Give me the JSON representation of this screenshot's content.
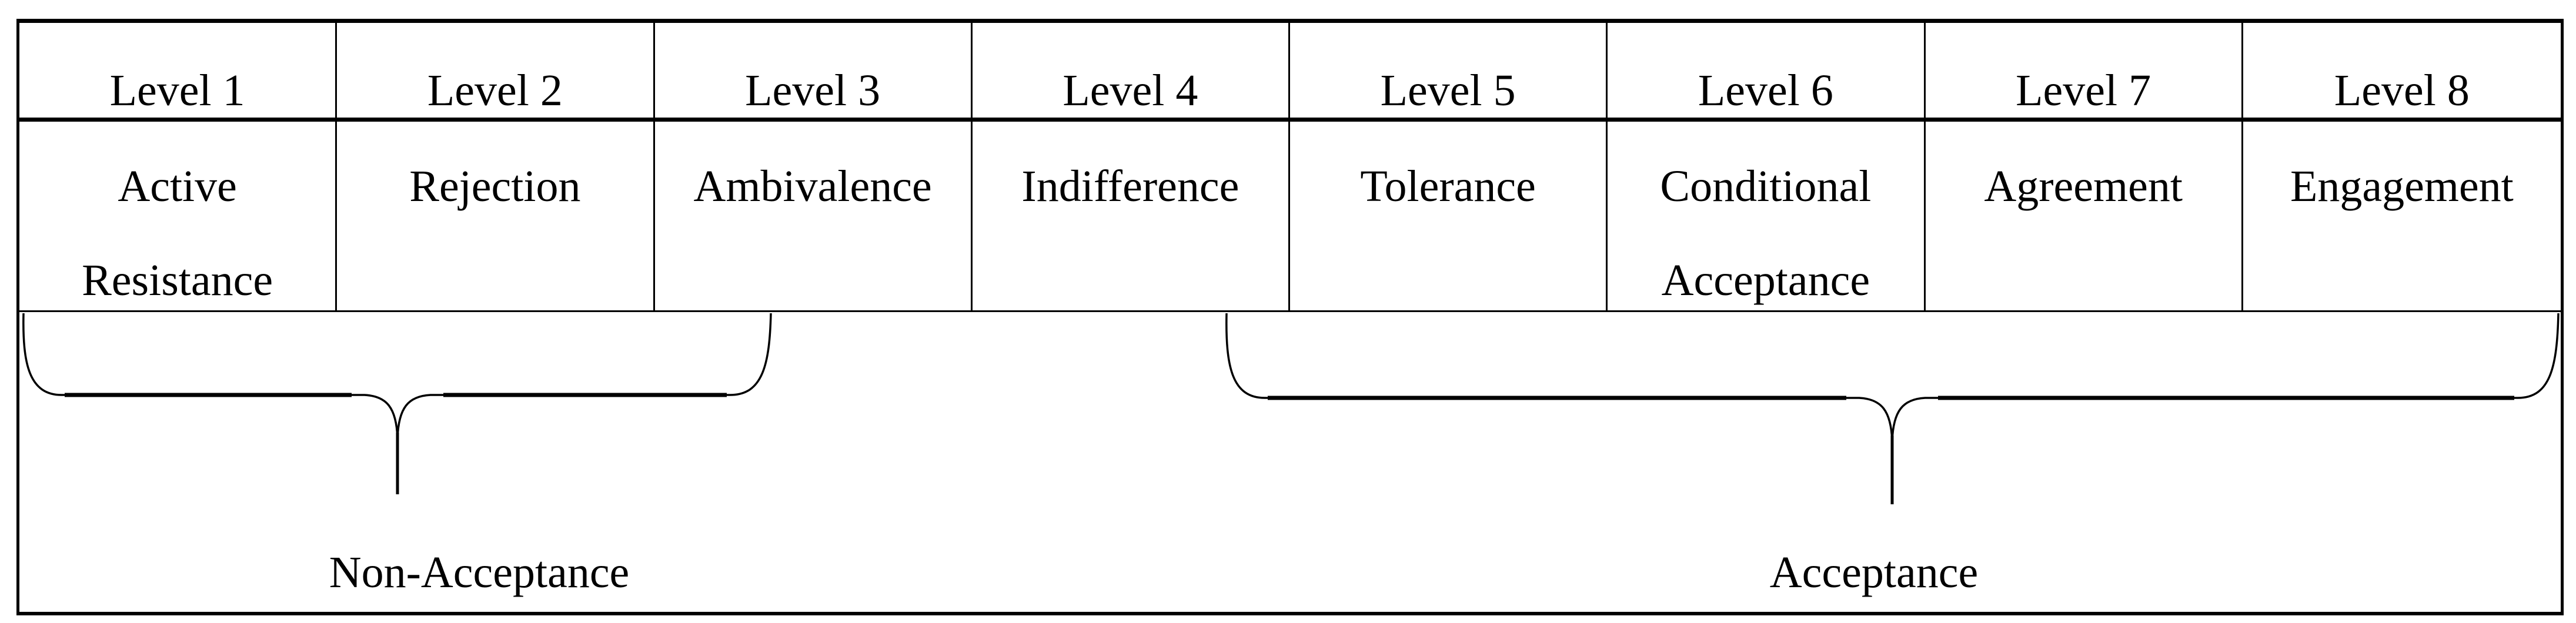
{
  "figure": {
    "background": "#ffffff",
    "border_color": "#000000",
    "table": {
      "columns": [
        {
          "level": "Level 1",
          "name": "Active Resistance"
        },
        {
          "level": "Level 2",
          "name": "Rejection"
        },
        {
          "level": "Level 3",
          "name": "Ambivalence"
        },
        {
          "level": "Level 4",
          "name": "Indifference"
        },
        {
          "level": "Level 5",
          "name": "Tolerance"
        },
        {
          "level": "Level 6",
          "name": "Conditional Acceptance"
        },
        {
          "level": "Level 7",
          "name": "Agreement"
        },
        {
          "level": "Level 8",
          "name": "Engagement"
        }
      ]
    },
    "groups": [
      {
        "label": "Non-Acceptance",
        "covers_levels": "1-3"
      },
      {
        "label": "Acceptance",
        "covers_levels": "4-8"
      }
    ]
  }
}
